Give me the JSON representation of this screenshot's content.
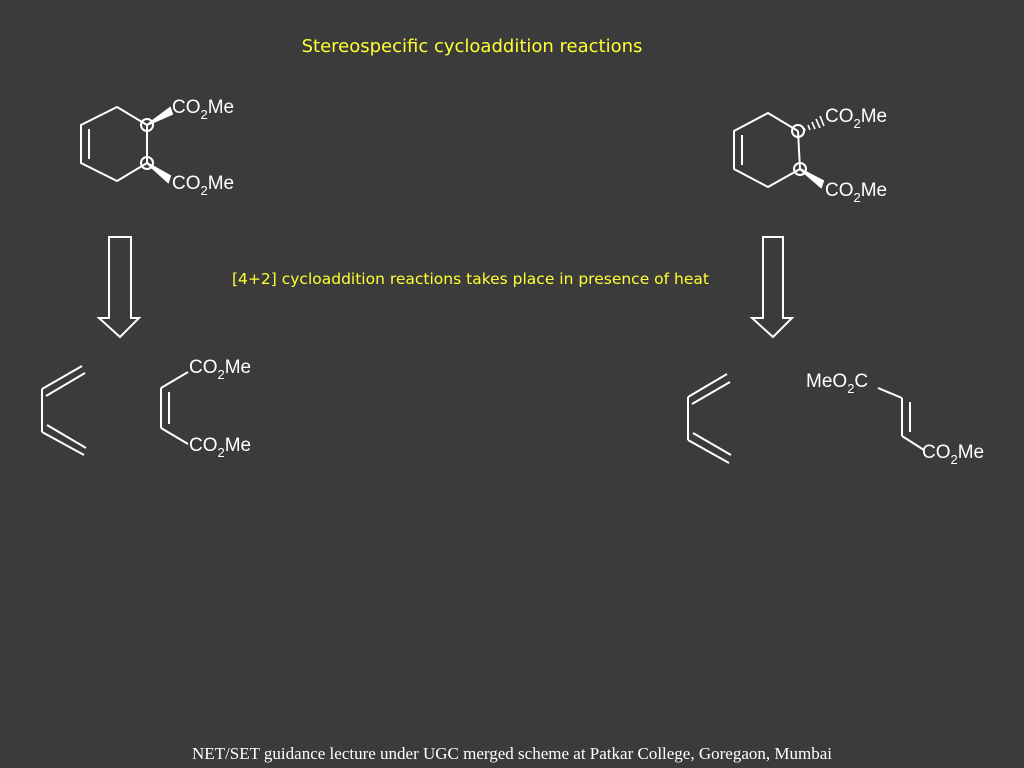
{
  "slide": {
    "title": "Stereospecific cycloaddition reactions",
    "note": "[4+2] cycloaddition reactions takes place in presence of heat",
    "footer": "NET/SET guidance lecture under UGC merged scheme at Patkar College, Goregaon, Mumbai"
  },
  "labels": {
    "co2": "CO",
    "sub2": "2",
    "me": "Me",
    "meo": "MeO",
    "c": "C"
  },
  "colors": {
    "background": "#3b3b3b",
    "highlight_text": "#ffff33",
    "lines": "#ffffff"
  }
}
